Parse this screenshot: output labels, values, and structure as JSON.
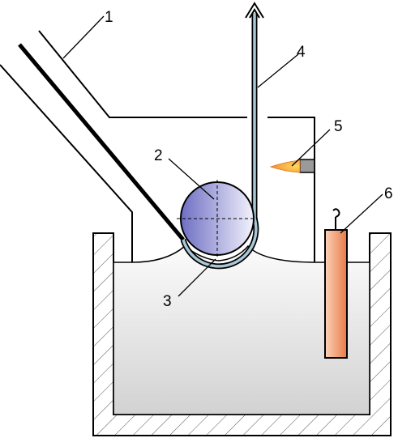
{
  "labels": {
    "n1": "1",
    "n2": "2",
    "n3": "3",
    "n4": "4",
    "n5": "5",
    "n6": "6"
  },
  "colors": {
    "outline": "#000000",
    "bath_top": "#fbfbfb",
    "bath_bottom": "#d2d2d2",
    "roll_light": "#f2f2fc",
    "roll_dark": "#6e6ec4",
    "strip": "#a8c8d8",
    "flame_outer": "#f08a30",
    "flame_inner": "#ffd75a",
    "nozzle": "#9a9a9a",
    "heater_light": "#fbd2b8",
    "heater_dark": "#e87a48",
    "hatch": "#555555"
  }
}
